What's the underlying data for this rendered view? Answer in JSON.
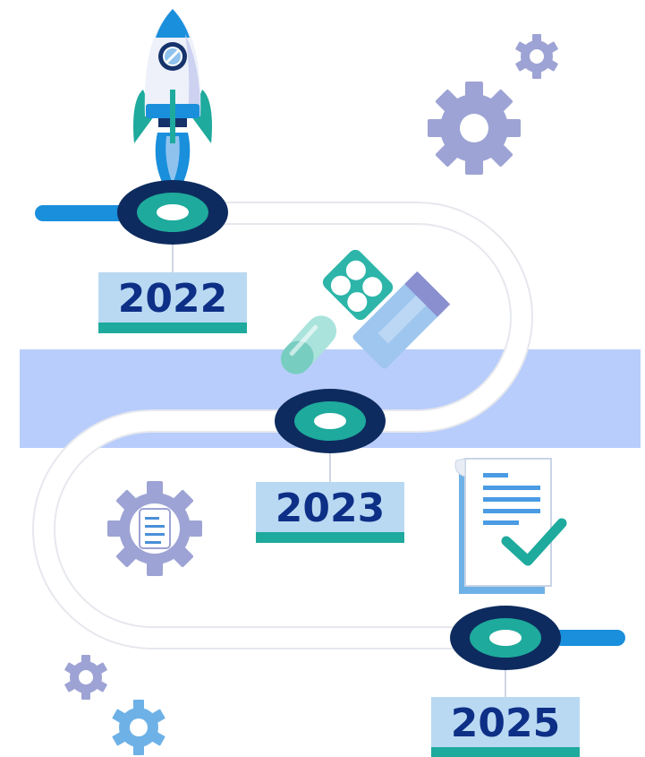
{
  "milestones": [
    {
      "year": "2022"
    },
    {
      "year": "2023"
    },
    {
      "year": "2025"
    }
  ],
  "colors": {
    "band": "#b8cdfb",
    "road": "#ffffff",
    "road_edge": "#e6e8ee",
    "marker_outer": "#0d2b5e",
    "marker_mid": "#1eaa9c",
    "marker_inner": "#ffffff",
    "label_bg": "#b9d9f3",
    "label_stripe": "#1eaa9c",
    "label_text": "#0e2f86",
    "start_end_bar": "#1a8fdc",
    "gear": "#9da3d4",
    "gear_light": "#6eb1e6"
  },
  "icons": [
    "rocket-icon",
    "pill-bottle-icon",
    "capsule-icon",
    "gear-document-icon",
    "checklist-icon",
    "gear-icon"
  ]
}
